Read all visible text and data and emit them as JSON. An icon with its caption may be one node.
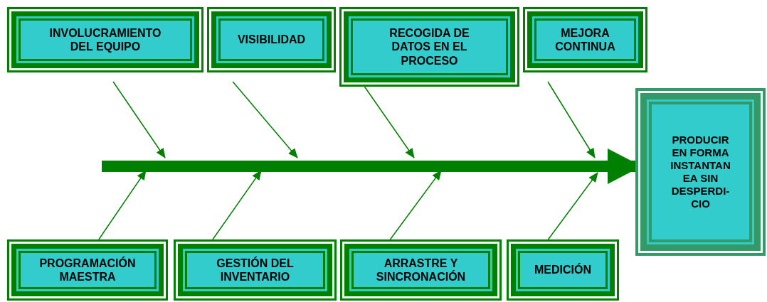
{
  "diagram": {
    "nodes": [
      {
        "text": [
          "INVOLUCRAMIENTO DEL EQUIPO"
        ]
      },
      {
        "text": [
          "VISIBILIDAD"
        ]
      },
      {
        "text": [
          "RECOGIDA DE DATOS EN EL PROCESO"
        ]
      },
      {
        "text": [
          "MEJORA CONTINUA"
        ]
      },
      {
        "text": [
          "PROGRAMACIÓN MAESTRA"
        ]
      },
      {
        "text": [
          "GESTIÓN DEL INVENTARIO"
        ]
      },
      {
        "text": [
          "ARRASTRE Y SINCRONACIÓN"
        ]
      },
      {
        "text": [
          "MEDICIÓN"
        ]
      },
      {
        "text": [
          "PRODUCIR EN FORMA INSTANTAN EA SIN DESPERDI- CIO"
        ]
      }
    ],
    "edges": [
      {
        "from": null,
        "to": 8,
        "arrow": "to",
        "style": "thick"
      },
      {
        "from": 0,
        "to": null,
        "arrow": "to"
      },
      {
        "from": 1,
        "to": null,
        "arrow": "to"
      },
      {
        "from": 2,
        "to": null,
        "arrow": "to"
      },
      {
        "from": 3,
        "to": null,
        "arrow": "to"
      },
      {
        "from": 4,
        "to": null,
        "arrow": "to"
      },
      {
        "from": 5,
        "to": null,
        "arrow": "to"
      },
      {
        "from": 6,
        "to": null,
        "arrow": "to"
      },
      {
        "from": 7,
        "to": null,
        "arrow": "to"
      }
    ]
  }
}
